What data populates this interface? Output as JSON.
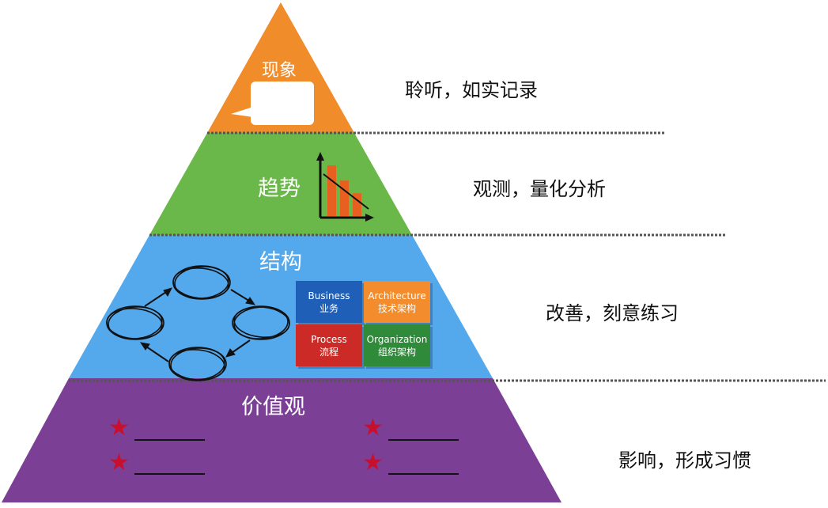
{
  "layers": [
    {
      "title": "现象",
      "caption": "聆听，如实记录",
      "color": "#f08c2a"
    },
    {
      "title": "趋势",
      "caption": "观测，量化分析",
      "color": "#6bb84a"
    },
    {
      "title": "结构",
      "caption": "改善，刻意练习",
      "color": "#54a8ec"
    },
    {
      "title": "价值观",
      "caption": "影响，形成习惯",
      "color": "#7b4096"
    }
  ],
  "structure_boxes": [
    {
      "line1": "Business",
      "line2": "业务",
      "color": "#1f5fb8"
    },
    {
      "line1": "Architecture",
      "line2": "技术架构",
      "color": "#f28c2c"
    },
    {
      "line1": "Process",
      "line2": "流程",
      "color": "#cc2a26"
    },
    {
      "line1": "Organization",
      "line2": "组织架构",
      "color": "#2f8a3a"
    }
  ],
  "trend_chart": {
    "bar_color": "#e8601f",
    "values": [
      100,
      70,
      45
    ]
  },
  "star_color": "#c8102e"
}
